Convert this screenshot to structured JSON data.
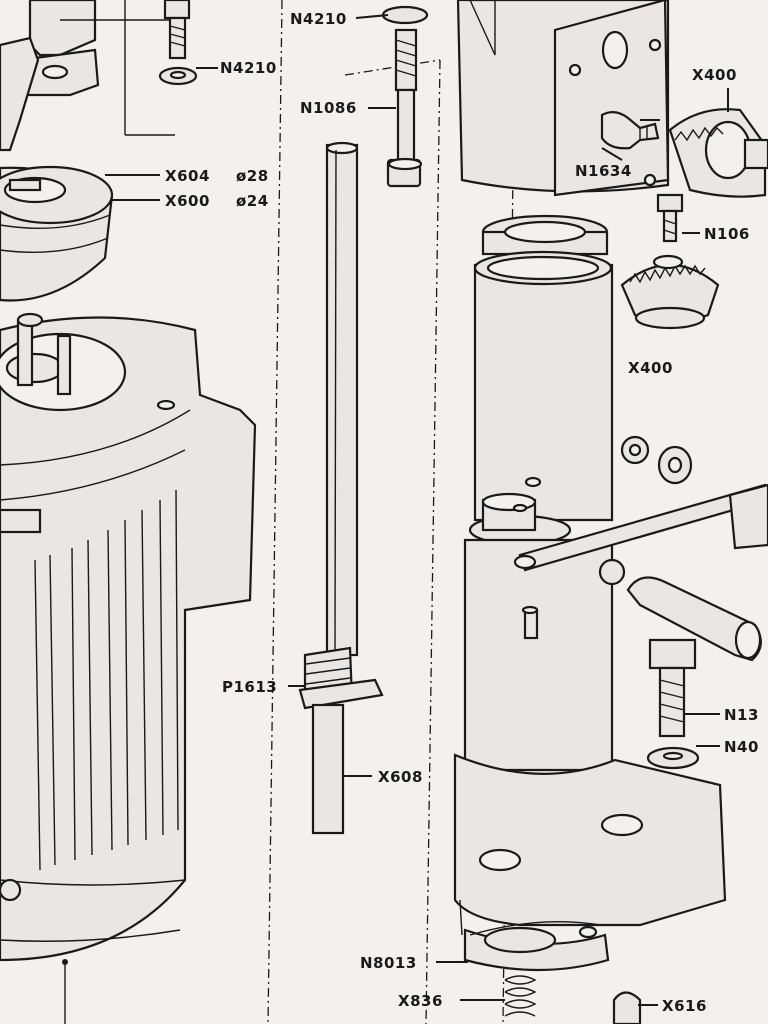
{
  "diagram": {
    "labels": {
      "n4210_top": "N4210",
      "n4210_left": "N4210",
      "n1086": "N1086",
      "x604": "X604",
      "x604_dim": "ø28",
      "x600": "X600",
      "x600_dim": "ø24",
      "x400_top": "X400",
      "n1634": "N1634",
      "n106": "N106",
      "x400_mid": "X400",
      "p1613": "P1613",
      "x608": "X608",
      "n13": "N13",
      "n40": "N40",
      "n8013": "N8013",
      "x836": "X836",
      "x616": "X616"
    }
  }
}
